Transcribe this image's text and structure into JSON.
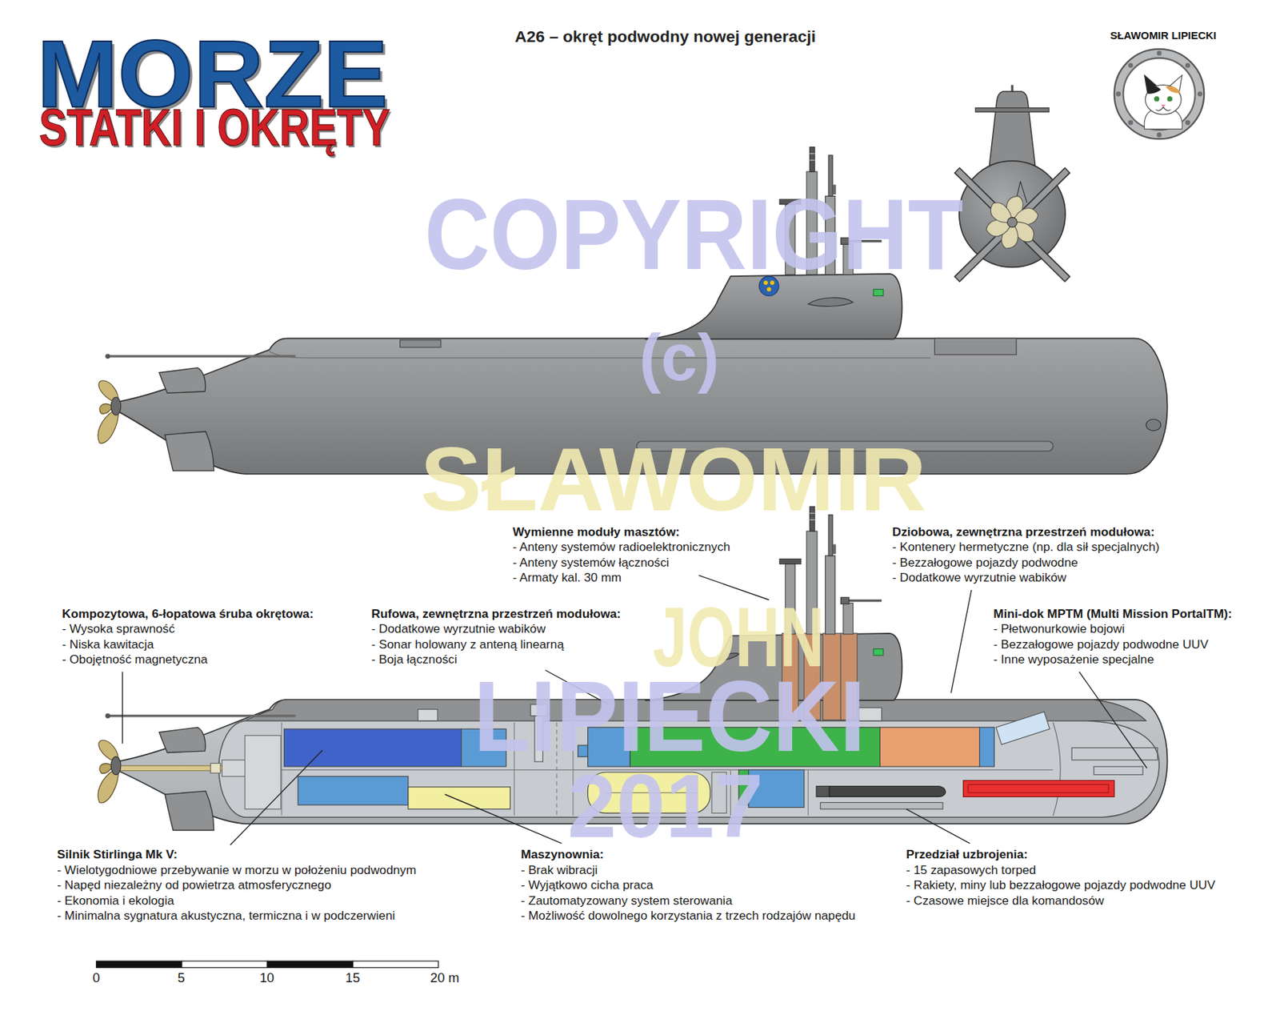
{
  "diagram": {
    "title": "A26 – okręt podwodny nowej generacji",
    "labels": [
      "MORZE",
      "STATKI I OKRĘTY",
      "SŁAWOMIR LIPIECKI",
      "COPYRIGHT",
      "(c)",
      "SŁAWOMIR",
      "JOHN",
      "LIPIECKI",
      "2017",
      "Wymienne moduły masztów:",
      "- Anteny systemów radioelektronicznych",
      "- Anteny systemów łączności",
      "- Armaty kal. 30 mm",
      "Dziobowa, zewnętrzna przestrzeń modułowa:",
      "- Kontenery hermetyczne (np. dla sił specjalnych)",
      "- Bezzałogowe pojazdy podwodne",
      "- Dodatkowe wyrzutnie wabików",
      "Kompozytowa, 6-łopatowa śruba okrętowa:",
      "- Wysoka sprawność",
      "- Niska kawitacja",
      "- Obojętność magnetyczna",
      "Rufowa, zewnętrzna przestrzeń modułowa:",
      "- Dodatkowe wyrzutnie wabików",
      "- Sonar holowany z anteną linearną",
      "- Boja łączności",
      "Mini-dok MPTM (Multi Mission PortalTM):",
      "- Płetwonurkowie bojowi",
      "- Bezzałogowe pojazdy podwodne UUV",
      "- Inne wyposażenie specjalne",
      "Silnik Stirlinga Mk V:",
      "- Wielotygodniowe przebywanie w morzu w położeniu podwodnym",
      "- Napęd niezależny od powietrza atmosferycznego",
      "- Ekonomia i ekologia",
      "- Minimalna sygnatura akustyczna, termiczna i w podczerwieni",
      "Maszynownia:",
      "- Brak wibracji",
      "- Wyjątkowo cicha praca",
      "- Zautomatyzowany system sterowania",
      "- Możliwość dowolnego korzystania z trzech rodzajów napędu",
      "Przedział uzbrojenia:",
      "- 15 zapasowych torped",
      "- Rakiety, miny lub bezzałogowe pojazdy podwodne UUV",
      "- Czasowe miejsce dla komandosów",
      "0",
      "5",
      "10",
      "15",
      "20 m"
    ]
  }
}
